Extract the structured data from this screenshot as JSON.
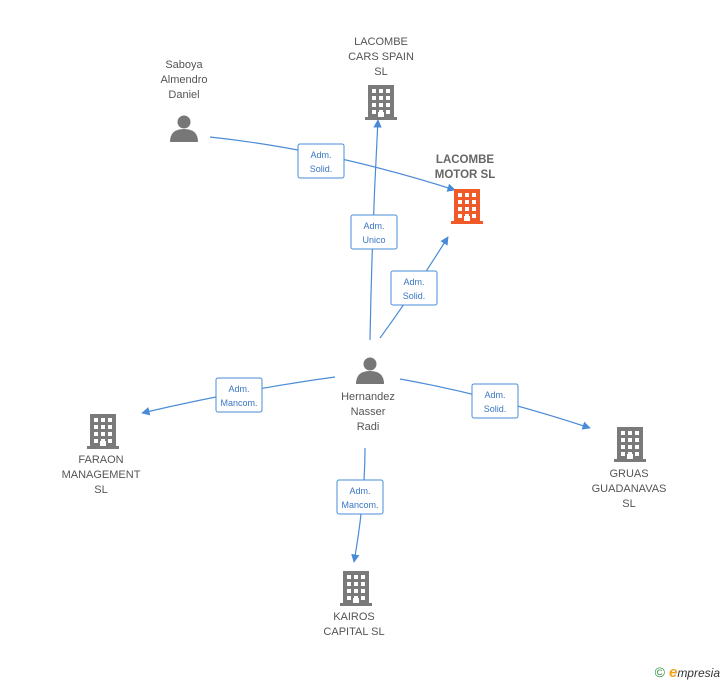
{
  "colors": {
    "edge": "#4a8bd8",
    "building": "#7a7a7a",
    "focus_building": "#f05a28",
    "person": "#777777"
  },
  "nodes": {
    "saboya": {
      "lines": [
        "Saboya",
        "Almendro",
        "Daniel"
      ],
      "icon": "person-icon"
    },
    "lacombe_cars": {
      "lines": [
        "LACOMBE",
        "CARS SPAIN",
        "SL"
      ],
      "icon": "building-icon"
    },
    "lacombe_motor": {
      "lines": [
        "LACOMBE",
        "MOTOR  SL"
      ],
      "icon": "building-icon",
      "focus": true
    },
    "hernandez": {
      "lines": [
        "Hernandez",
        "Nasser",
        "Radi"
      ],
      "icon": "person-icon"
    },
    "faraon": {
      "lines": [
        "FARAON",
        "MANAGEMENT",
        "SL"
      ],
      "icon": "building-icon"
    },
    "gruas": {
      "lines": [
        "GRUAS",
        "GUADANAVAS",
        "SL"
      ],
      "icon": "building-icon"
    },
    "kairos": {
      "lines": [
        "KAIROS",
        "CAPITAL  SL"
      ],
      "icon": "building-icon"
    }
  },
  "edges": [
    {
      "from": "saboya",
      "to": "lacombe_motor",
      "label": [
        "Adm.",
        "Solid."
      ]
    },
    {
      "from": "hernandez",
      "to": "lacombe_cars",
      "label": [
        "Adm.",
        "Unico"
      ]
    },
    {
      "from": "hernandez",
      "to": "lacombe_motor",
      "label": [
        "Adm.",
        "Solid."
      ]
    },
    {
      "from": "hernandez",
      "to": "faraon",
      "label": [
        "Adm.",
        "Mancom."
      ]
    },
    {
      "from": "hernandez",
      "to": "gruas",
      "label": [
        "Adm.",
        "Solid."
      ]
    },
    {
      "from": "hernandez",
      "to": "kairos",
      "label": [
        "Adm.",
        "Mancom."
      ]
    }
  ],
  "footer": {
    "copyright": "©",
    "brand_initial": "e",
    "brand_rest": "mpresia"
  }
}
